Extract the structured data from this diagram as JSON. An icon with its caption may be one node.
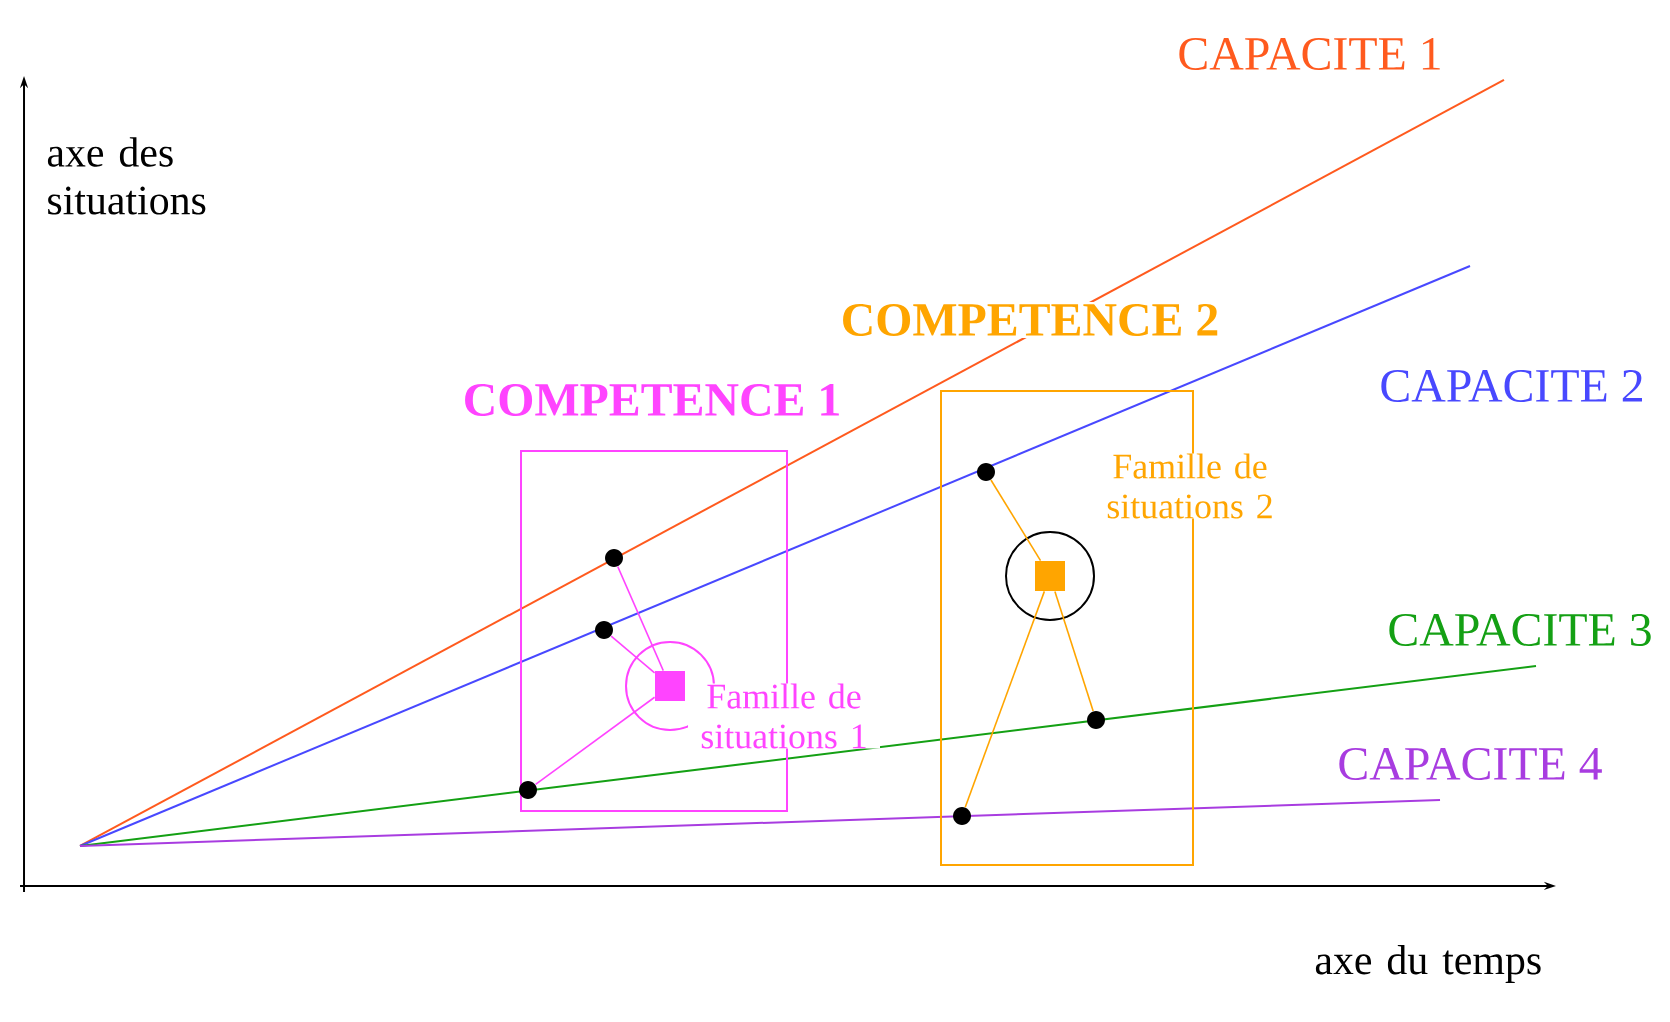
{
  "diagram": {
    "nodes": [
      {
        "text": [
          "COMPETENCE 1"
        ]
      },
      {
        "text": [],
        "shape": "box",
        "in": 0,
        "beside": [
          "Famille de situations 1"
        ]
      },
      {
        "text": [],
        "shape": "circle",
        "in": 0
      },
      {
        "text": [],
        "shape": "circle",
        "in": 0
      },
      {
        "text": [],
        "shape": "circle",
        "in": 0
      },
      {
        "text": [
          "COMPETENCE 2"
        ]
      },
      {
        "text": [],
        "shape": "box",
        "in": 5,
        "beside": [
          "Famille de situations 2"
        ]
      },
      {
        "text": [],
        "shape": "circle",
        "in": 5
      },
      {
        "text": [],
        "shape": "circle",
        "in": 5
      },
      {
        "text": [],
        "shape": "circle",
        "in": 5
      }
    ],
    "edges": [
      {
        "from": 2,
        "to": 1,
        "arrow": "none",
        "color": "#ff44ff"
      },
      {
        "from": 3,
        "to": 1,
        "arrow": "none",
        "color": "#ff44ff"
      },
      {
        "from": 4,
        "to": 1,
        "arrow": "none",
        "color": "#ff44ff"
      },
      {
        "from": 7,
        "to": 6,
        "arrow": "none",
        "color": "#ffa500"
      },
      {
        "from": 8,
        "to": 6,
        "arrow": "none",
        "color": "#ffa500"
      },
      {
        "from": 9,
        "to": 6,
        "arrow": "none",
        "color": "#ffa500"
      }
    ],
    "labels": [
      "CAPACITE 1",
      "axe des situations",
      "CAPACITE 2",
      "CAPACITE 3",
      "CAPACITE 4",
      "axe du temps"
    ]
  }
}
